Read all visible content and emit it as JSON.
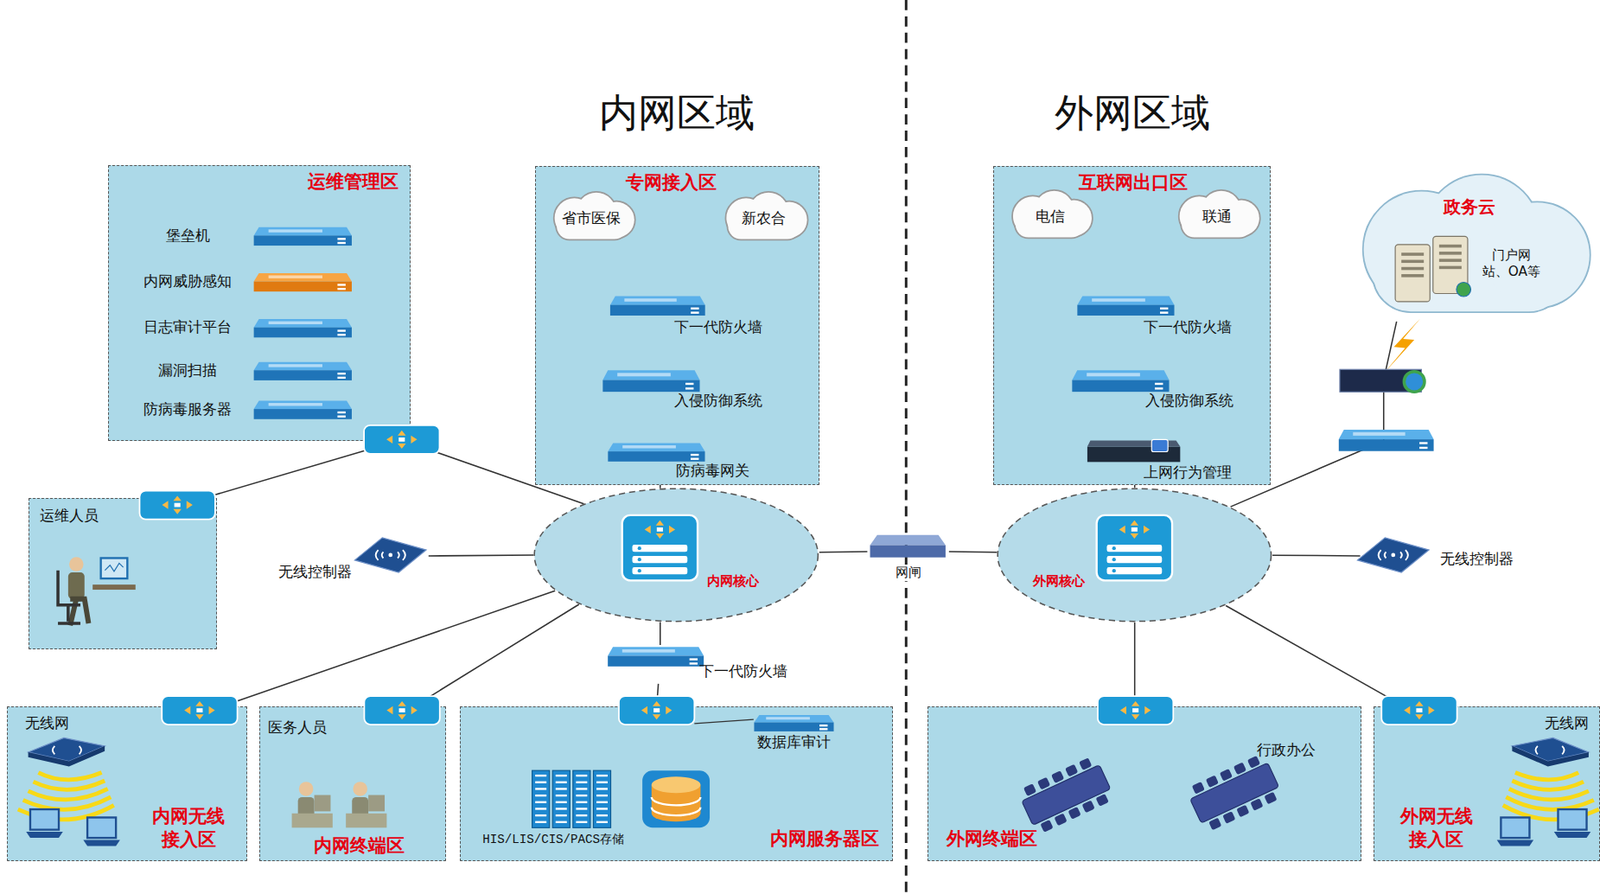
{
  "diagram": {
    "nodes": [
      {
        "text": [
          "运维管理区"
        ]
      },
      {
        "text": [
          "堡垒机"
        ],
        "in": 0
      },
      {
        "text": [
          "内网威胁感知"
        ],
        "in": 0
      },
      {
        "text": [
          "日志审计平台"
        ],
        "in": 0
      },
      {
        "text": [
          "漏洞扫描"
        ],
        "in": 0
      },
      {
        "text": [
          "防病毒服务器"
        ],
        "in": 0
      },
      {
        "text": [
          "专网接入区"
        ]
      },
      {
        "text": [
          "省市医保"
        ],
        "in": 6
      },
      {
        "text": [
          "新农合"
        ],
        "in": 6
      },
      {
        "text": [
          "下一代防火墙"
        ],
        "in": 6
      },
      {
        "text": [
          "入侵防御系统"
        ],
        "in": 6
      },
      {
        "text": [
          "防病毒网关"
        ],
        "in": 6
      },
      {
        "text": [
          "互联网出口区"
        ]
      },
      {
        "text": [
          "电信"
        ],
        "in": 12
      },
      {
        "text": [
          "联通"
        ],
        "in": 12
      },
      {
        "text": [
          "下一代防火墙"
        ],
        "in": 12
      },
      {
        "text": [
          "入侵防御系统"
        ],
        "in": 12
      },
      {
        "text": [
          "上网行为管理"
        ],
        "in": 12
      },
      {
        "text": [
          "政务云",
          "门户网站、OA等"
        ]
      },
      {
        "text": [
          "运维人员"
        ]
      },
      {
        "text": [
          "无线控制器"
        ]
      },
      {
        "text": [
          "内网核心"
        ]
      },
      {
        "text": [
          "网闸"
        ]
      },
      {
        "text": [
          "外网核心"
        ]
      },
      {
        "text": [
          "无线控制器"
        ]
      },
      {
        "text": [
          "下一代防火墙"
        ]
      },
      {
        "text": [
          "无线网",
          "内网无线接入区"
        ]
      },
      {
        "text": [
          "医务人员",
          "内网终端区"
        ]
      },
      {
        "text": [
          "内网服务器区"
        ]
      },
      {
        "text": [
          "数据库审计"
        ],
        "in": 28
      },
      {
        "text": [
          "HIS/LIS/CIS/PACS存储"
        ],
        "in": 28
      },
      {
        "text": [
          "行政办公",
          "外网终端区"
        ]
      },
      {
        "text": [
          "无线网",
          "外网无线接入区"
        ]
      }
    ],
    "edges": [
      {
        "from": 19,
        "to": 0,
        "arrow": "none"
      },
      {
        "from": 0,
        "to": 21,
        "arrow": "none"
      },
      {
        "from": 7,
        "to": 9,
        "arrow": "none"
      },
      {
        "from": 8,
        "to": 9,
        "arrow": "none"
      },
      {
        "from": 9,
        "to": 10,
        "arrow": "none"
      },
      {
        "from": 10,
        "to": 11,
        "arrow": "none"
      },
      {
        "from": 11,
        "to": 21,
        "arrow": "none"
      },
      {
        "from": 20,
        "to": 21,
        "arrow": "none"
      },
      {
        "from": 21,
        "to": 22,
        "arrow": "none"
      },
      {
        "from": 22,
        "to": 23,
        "arrow": "none"
      },
      {
        "from": 21,
        "to": 25,
        "arrow": "none"
      },
      {
        "from": 25,
        "to": 28,
        "arrow": "none"
      },
      {
        "from": 21,
        "to": 26,
        "arrow": "none"
      },
      {
        "from": 21,
        "to": 27,
        "arrow": "none"
      },
      {
        "from": 13,
        "to": 15,
        "arrow": "none"
      },
      {
        "from": 14,
        "to": 15,
        "arrow": "none"
      },
      {
        "from": 15,
        "to": 16,
        "arrow": "none"
      },
      {
        "from": 16,
        "to": 17,
        "arrow": "none"
      },
      {
        "from": 17,
        "to": 23,
        "arrow": "none"
      },
      {
        "from": 18,
        "to": 23,
        "arrow": "none"
      },
      {
        "from": 23,
        "to": 24,
        "arrow": "none"
      },
      {
        "from": 23,
        "to": 31,
        "arrow": "none"
      },
      {
        "from": 23,
        "to": 32,
        "arrow": "none"
      }
    ],
    "labels": [
      "内网区域",
      "外网区域"
    ]
  }
}
